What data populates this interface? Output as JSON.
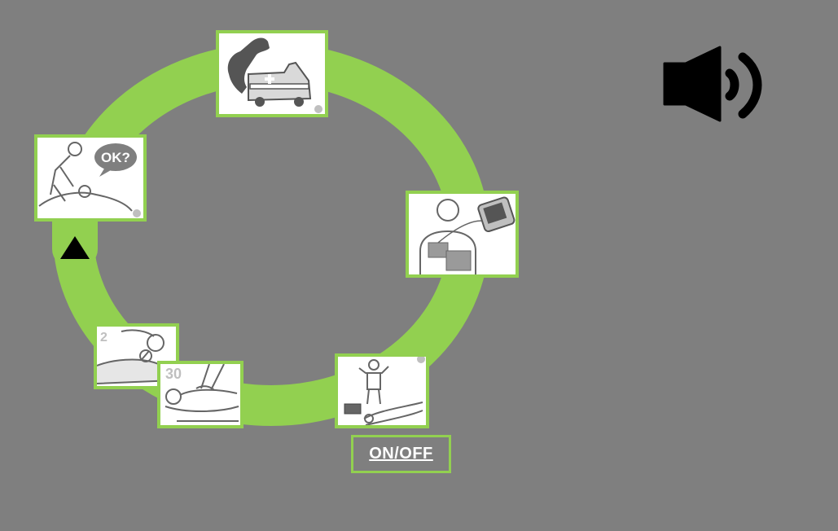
{
  "controls": {
    "onoff_label": "ON/OFF"
  },
  "icons": {
    "sound": "speaker-volume-icon",
    "start": "triangle-up-icon"
  },
  "steps": [
    {
      "id": "call",
      "icon": "phone-ambulance-icon",
      "label_in_image": ""
    },
    {
      "id": "check",
      "icon": "check-responsiveness-icon",
      "label_in_image": "OK?"
    },
    {
      "id": "aed",
      "icon": "aed-pads-icon",
      "label_in_image": ""
    },
    {
      "id": "breath",
      "icon": "rescue-breaths-icon",
      "label_in_image": "2"
    },
    {
      "id": "cpr",
      "icon": "chest-compressions-icon",
      "label_in_image": "30"
    },
    {
      "id": "clear",
      "icon": "stand-clear-icon",
      "label_in_image": ""
    }
  ],
  "colors": {
    "background": "#7f7f7f",
    "ring": "#92d050",
    "ink": "#000000",
    "pictogram_gray": "#8a8a8a",
    "button_text": "#ffffff"
  }
}
